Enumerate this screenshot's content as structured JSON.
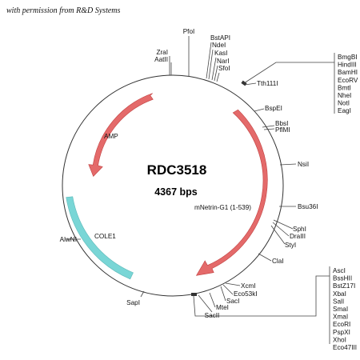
{
  "credit": "with permission from R&D Systems",
  "plasmid": {
    "name": "RDC3518",
    "size": "4367 bps"
  },
  "features": {
    "amp": "AMP",
    "cole1": "COLE1",
    "insert": "mNetrin-G1 (1-539)"
  },
  "colors": {
    "insert_arrow": "#e46a6a",
    "amp_arrow": "#e46a6a",
    "ori_arc": "#79d6d6",
    "backbone": "#333333"
  },
  "sites": {
    "pfoi": "PfoI",
    "bstapi": "BstAPI",
    "ndei": "NdeI",
    "kasi": "KasI",
    "nari": "NarI",
    "sfoi": "SfoI",
    "zrai": "ZraI",
    "aatii": "AatII",
    "tth111i": "Tth111I",
    "bspei": "BspEI",
    "bbsi": "BbsI",
    "pflmi": "PflMI",
    "nsii": "NsiI",
    "bsu36i": "Bsu36I",
    "sphi": "SphI",
    "draiii": "DraIII",
    "styi": "StyI",
    "clai": "ClaI",
    "xcmi": "XcmI",
    "eco53ki": "Eco53kI",
    "saci": "SacI",
    "mtei": "MteI",
    "sacii": "SacII",
    "sapi": "SapI",
    "alwni": "AlwNI"
  },
  "mcs_top": [
    "BmgBI",
    "HindIII",
    "BamHI",
    "EcoRV",
    "BmtI",
    "NheI",
    "NotI",
    "EagI"
  ],
  "mcs_bottom": [
    "AscI",
    "BssHII",
    "BstZ17I",
    "XbaI",
    "SalI",
    "SmaI",
    "XmaI",
    "EcoRI",
    "PspXI",
    "XhoI",
    "Eco47III"
  ]
}
